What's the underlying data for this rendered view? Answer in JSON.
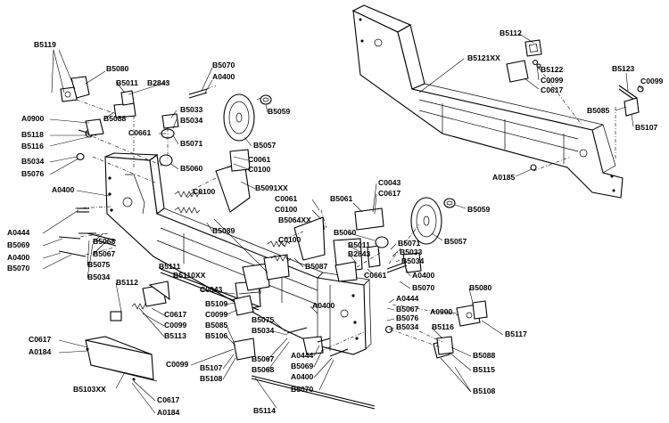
{
  "diagram": {
    "part_labels": {
      "b5119": "B5119",
      "b5080_l": "B5080",
      "b5011_l": "B5011",
      "b2843_l": "B2843",
      "b5070_top": "B5070",
      "a0400_top": "A0400",
      "a0900_l": "A0900",
      "b5088_l": "B5088",
      "b5118": "B5118",
      "b5116_l": "B5116",
      "c0661_l": "C0661",
      "b5033_l": "B5033",
      "b5034_l_up": "B5034",
      "b5059_l": "B5059",
      "b5071_l": "B5071",
      "b5057_l": "B5057",
      "b5034_left": "B5034",
      "b5076_l": "B5076",
      "b5060_l": "B5060",
      "c0061_l": "C0061",
      "c0100_l_a": "C0100",
      "a0400_left": "A0400",
      "b5091xx": "B5091XX",
      "c0100_mid": "C0100",
      "a0444_l": "A0444",
      "b5069_l": "B5069",
      "a0400_l2": "A0400",
      "b5070_l": "B5070",
      "b5068_l": "B5068",
      "b5067_l": "B5067",
      "b5089": "B5089",
      "b5075_l": "B5075",
      "b5034_l3": "B5034",
      "b5111": "B5111",
      "b5110xx": "B5110XX",
      "b5112_l": "B5112",
      "c0043_l": "C0043",
      "b5109": "B5109",
      "c0099_l": "C0099",
      "c0617_l": "C0617",
      "c0099_l2": "C0099",
      "b5113": "B5113",
      "b5075_m": "B5075",
      "b5085_m": "B5085",
      "b5034_m": "B5034",
      "b5106": "B5106",
      "c0617_ll": "C0617",
      "a0184_ll": "A0184",
      "b5103xx": "B5103XX",
      "c0099_m": "C0099",
      "b5107_m": "B5107",
      "b5108_m": "B5108",
      "b5067_m": "B5067",
      "b5068_m": "B5068",
      "a0444_m": "A0444",
      "b5069_m": "B5069",
      "a0400_m": "A0400",
      "b5070_m": "B5070",
      "c0617_lb": "C0617",
      "a0184_lb": "A0184",
      "b5114": "B5114",
      "b5121xx": "B5121XX",
      "b5112_r": "B5112",
      "b5122": "B5122",
      "c0099_r": "C0099",
      "c0617_r": "C0617",
      "b5123": "B5123",
      "c0099_r2": "C0099",
      "b5085_r": "B5085",
      "b5107_r": "B5107",
      "a0185": "A0185",
      "b5061": "B5061",
      "c0043_r": "C0043",
      "c0617_m": "C0617",
      "c0061_m": "C0061",
      "c0100_m2": "C0100",
      "b5064xx": "B5064XX",
      "b5059_r": "B5059",
      "c0100_r": "C0100",
      "b5060_r": "B5060",
      "b5011_r": "B5011",
      "b2843_r": "B2843",
      "b5071_r": "B5071",
      "b5057_r": "B5057",
      "b5033_r": "B5033",
      "b5034_r": "B5034",
      "b5087": "B5087",
      "c0661_r": "C0661",
      "a0400_r": "A0400",
      "b5070_r": "B5070",
      "b5080_r": "B5080",
      "a0400_r2": "A0400",
      "a0444_r": "A0444",
      "b5067_r": "B5067",
      "b5076_r": "B5076",
      "b5034_r2": "B5034",
      "a0900_r": "A0900",
      "b5117": "B5117",
      "b5116_r": "B5116",
      "b5088_r": "B5088",
      "b5115": "B5115",
      "b5108_r": "B5108"
    }
  }
}
